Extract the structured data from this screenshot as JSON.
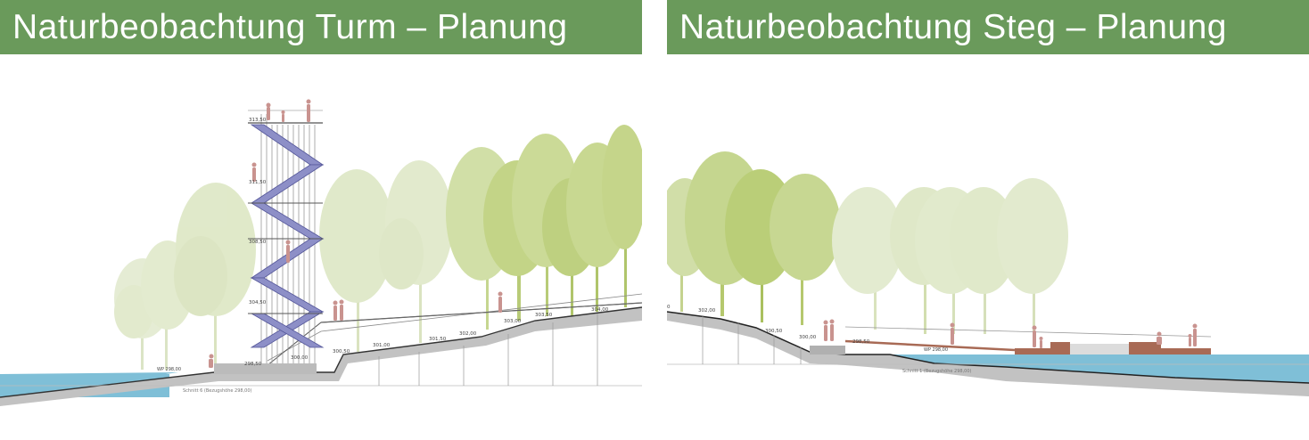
{
  "theme": {
    "title_bg": "#6a9a5b",
    "water": "#7fbfd7",
    "ground": "#c2c2c2",
    "tree_light": "#dde8c4",
    "tree_mid": "#c9da9a",
    "tree_dark": "#a9c25f",
    "stairs": "#8d8fc7",
    "figure": "#c9938f",
    "deck": "#a86a55"
  },
  "left": {
    "title": "Naturbeobachtung Turm – Planung",
    "levels": [
      "313,50",
      "311,50",
      "308,50",
      "304,50",
      "298,50"
    ],
    "path_levels": [
      "300,00",
      "300,50",
      "301,00",
      "301,50",
      "302,00",
      "303,00",
      "303,50",
      "304,00"
    ],
    "water_level": "WP 298,00",
    "section_caption": "Schnitt 6 (Bezugshöhe 298,00)"
  },
  "right": {
    "title": "Naturbeobachtung Steg – Planung",
    "path_levels": [
      "0",
      "302,00",
      "300,50",
      "300,00",
      "298,50"
    ],
    "water_level": "WP 298,00",
    "section_caption": "Schnitt 1 (Bezugshöhe 298,00)"
  }
}
